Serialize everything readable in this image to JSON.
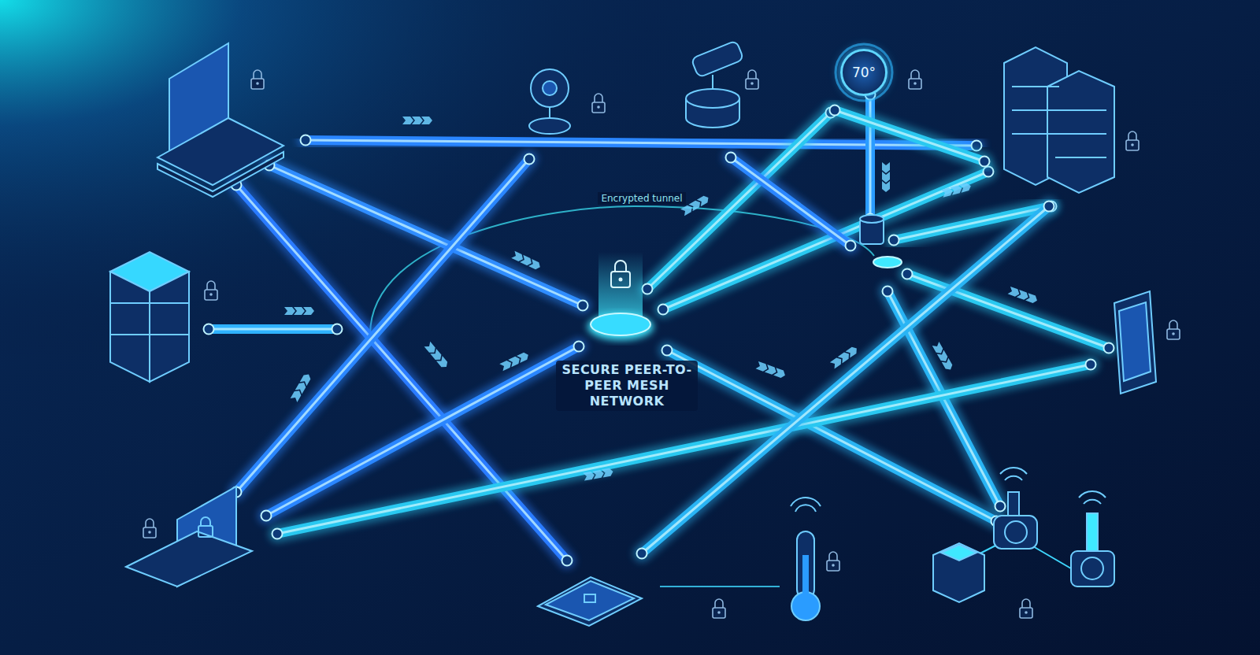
{
  "diagram": {
    "nodes": [
      {
        "text": [
          "SECURE PEER-TO-PEER MESH NETWORK"
        ]
      },
      {
        "text": [
          "70°"
        ]
      }
    ],
    "labels": [
      "Encrypted tunnel"
    ]
  }
}
